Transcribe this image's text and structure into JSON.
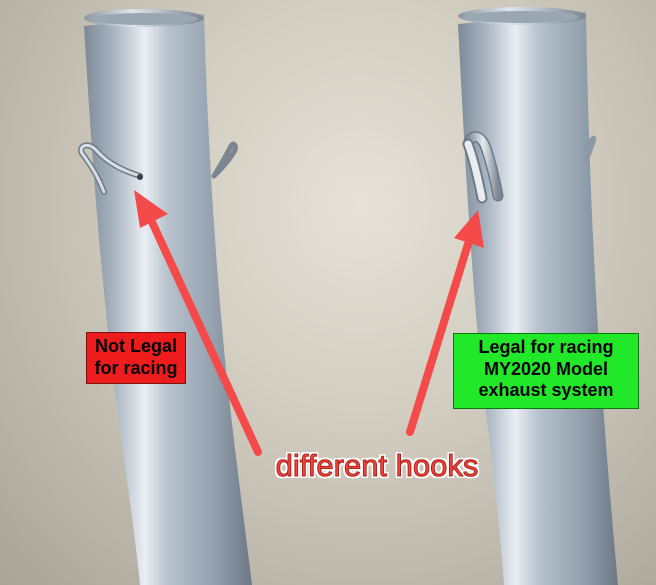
{
  "labels": {
    "not_legal": {
      "lines": [
        "Not Legal",
        "for racing"
      ],
      "bg_color": "#ee1c1c"
    },
    "legal": {
      "lines": [
        "Legal for racing",
        "MY2020 Model",
        "exhaust system"
      ],
      "bg_color": "#22e82a"
    }
  },
  "caption": "different hooks",
  "colors": {
    "arrow": "#f44a4a",
    "pipe": "#a7b3bf"
  }
}
